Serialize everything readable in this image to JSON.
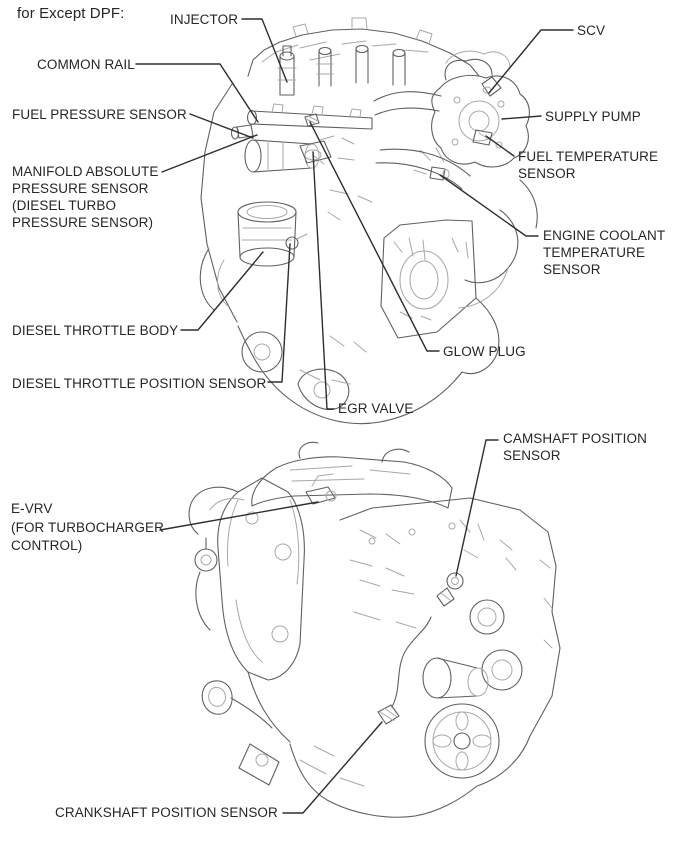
{
  "colors": {
    "c-text": "#262626",
    "c-leader": "#2e2e2e",
    "c-art-dark": "#606060",
    "c-art-light": "#a8a8a8",
    "c-bg": "#ffffff"
  },
  "header": {
    "title": "for Except DPF:"
  },
  "callouts": {
    "injector": {
      "label": "INJECTOR"
    },
    "common_rail": {
      "label": "COMMON RAIL"
    },
    "fuel_pressure_sensor": {
      "label": "FUEL PRESSURE SENSOR"
    },
    "manifold_absolute_pressure_sensor": {
      "label": "MANIFOLD ABSOLUTE\nPRESSURE SENSOR\n(DIESEL TURBO\nPRESSURE SENSOR)"
    },
    "diesel_throttle_body": {
      "label": "DIESEL THROTTLE BODY"
    },
    "diesel_throttle_position_sensor": {
      "label": "DIESEL THROTTLE POSITION SENSOR"
    },
    "scv": {
      "label": "SCV"
    },
    "supply_pump": {
      "label": "SUPPLY PUMP"
    },
    "fuel_temperature_sensor": {
      "label": "FUEL TEMPERATURE\nSENSOR"
    },
    "engine_coolant_temperature_sensor": {
      "label": "ENGINE COOLANT\nTEMPERATURE\nSENSOR"
    },
    "glow_plug": {
      "label": "GLOW PLUG"
    },
    "egr_valve": {
      "label": "EGR VALVE"
    },
    "camshaft_position_sensor": {
      "label": "CAMSHAFT POSITION\nSENSOR"
    },
    "e_vrv": {
      "label": "E-VRV\n(FOR TURBOCHARGER\nCONTROL)"
    },
    "crankshaft_position_sensor": {
      "label": "CRANKSHAFT POSITION SENSOR"
    }
  }
}
